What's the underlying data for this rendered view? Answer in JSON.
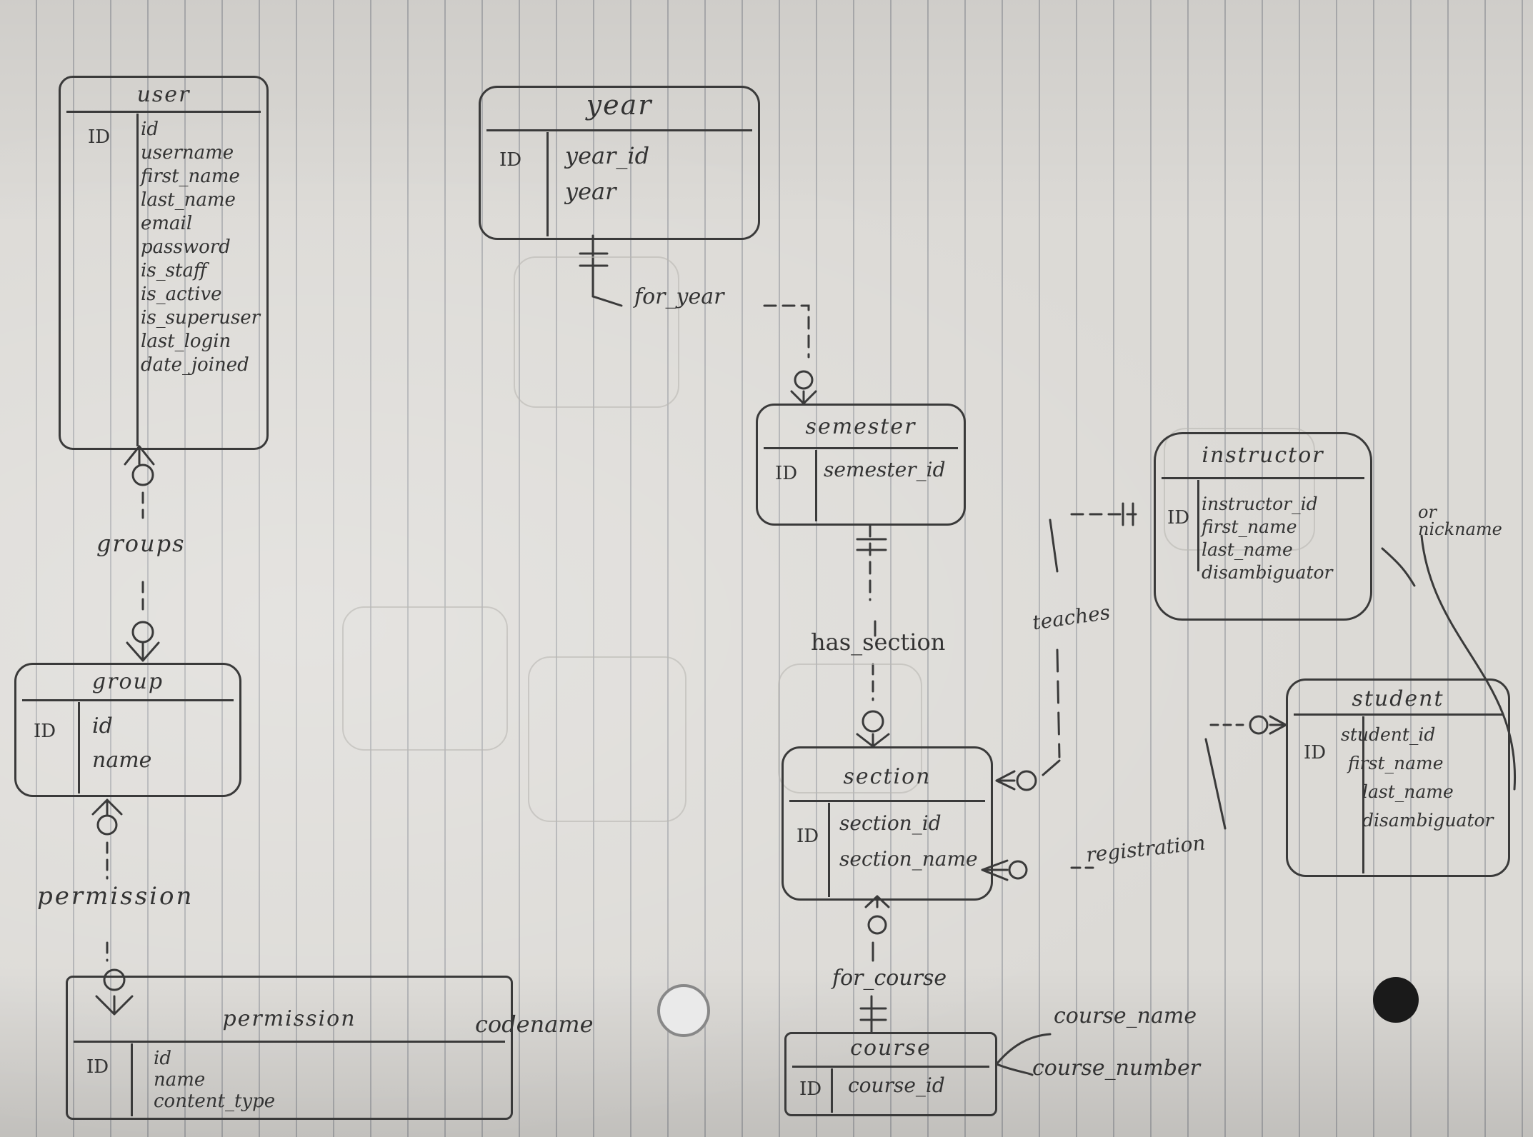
{
  "entities": {
    "user": {
      "title": "user",
      "key_label": "ID",
      "attributes": [
        "id",
        "username",
        "first_name",
        "last_name",
        "email",
        "password",
        "is_staff",
        "is_active",
        "is_superuser",
        "last_login",
        "date_joined"
      ]
    },
    "group": {
      "title": "group",
      "key_label": "ID",
      "attributes": [
        "id",
        "name"
      ]
    },
    "permission": {
      "title": "permission",
      "key_label": "ID",
      "attributes": [
        "id",
        "name",
        "content_type"
      ],
      "extra_attribute": "codename"
    },
    "year": {
      "title": "year",
      "key_label": "ID",
      "attributes": [
        "year_id",
        "year"
      ]
    },
    "semester": {
      "title": "semester",
      "key_label": "ID",
      "attributes": [
        "semester_id"
      ]
    },
    "section": {
      "title": "section",
      "key_label": "ID",
      "attributes": [
        "section_id",
        "section_name"
      ]
    },
    "course": {
      "title": "course",
      "key_label": "ID",
      "attributes": [
        "course_id"
      ],
      "extra_attributes": [
        "course_name",
        "course_number"
      ]
    },
    "instructor": {
      "title": "instructor",
      "key_label": "ID",
      "attributes": [
        "instructor_id",
        "first_name",
        "last_name",
        "disambiguator"
      ],
      "note": "or nickname"
    },
    "student": {
      "title": "student",
      "key_label": "ID",
      "attributes": [
        "student_id",
        "first_name",
        "last_name",
        "disambiguator"
      ]
    }
  },
  "relationships": {
    "groups": "groups",
    "permission": "permission",
    "for_year": "for_year",
    "has_section": "has_section",
    "teaches": "teaches",
    "registration": "registration",
    "for_course": "for_course"
  },
  "colors": {
    "ink": "#3a3a3a",
    "paper": "#dcdad6",
    "rule": "#7a7f88"
  }
}
